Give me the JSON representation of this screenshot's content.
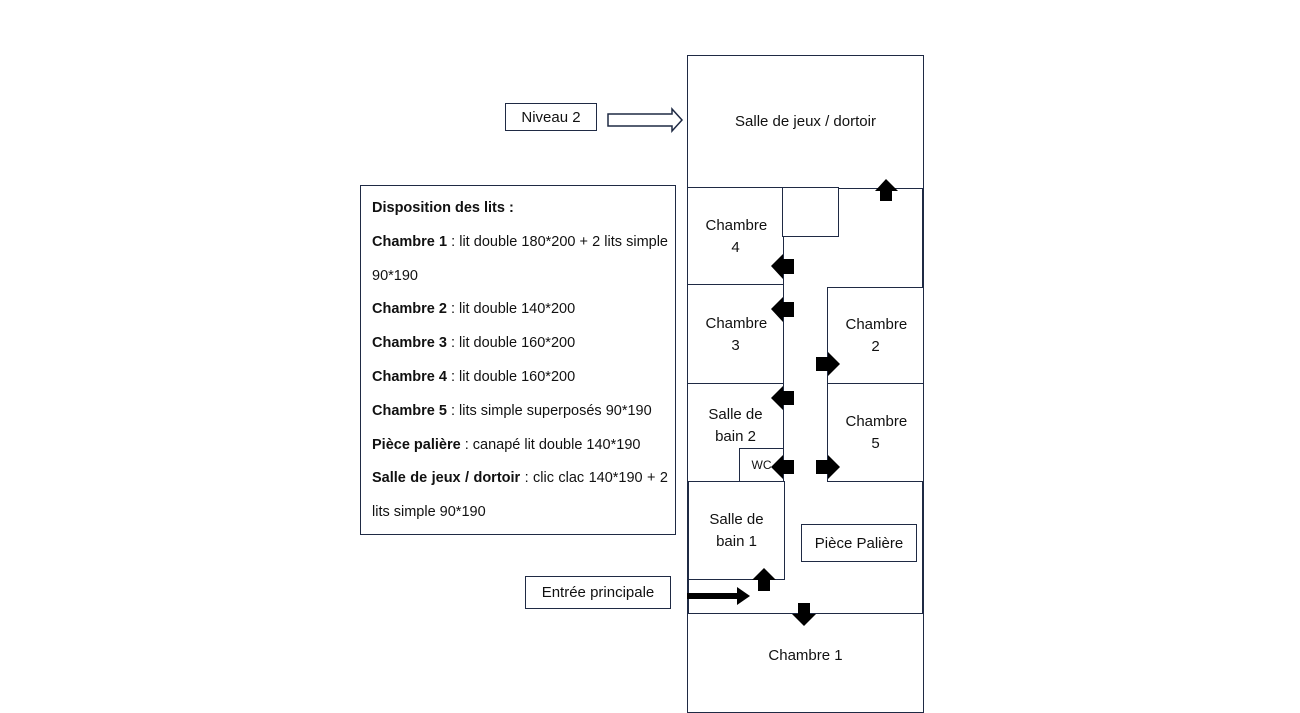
{
  "labels": {
    "niveau": "Niveau 2",
    "entree": "Entrée principale",
    "piece_paliere": "Pièce Palière"
  },
  "rooms": {
    "salle_jeux": "Salle de jeux / dortoir",
    "chambre4": "Chambre 4",
    "chambre3": "Chambre 3",
    "chambre2": "Chambre 2",
    "chambre5": "Chambre 5",
    "salle_bain2": "Salle de bain 2",
    "wc": "WC",
    "salle_bain1": "Salle de bain 1",
    "chambre1": "Chambre 1"
  },
  "legend": {
    "title": "Disposition des lits :",
    "items": [
      {
        "name": "Chambre 1",
        "text": " : lit double 180*200 + 2 lits simple 90*190"
      },
      {
        "name": "Chambre 2",
        "text": " : lit double 140*200"
      },
      {
        "name": "Chambre 3",
        "text": " : lit double 160*200"
      },
      {
        "name": "Chambre 4",
        "text": " : lit double 160*200"
      },
      {
        "name": "Chambre 5",
        "text": " : lits simple superposés 90*190"
      },
      {
        "name": "Pièce palière",
        "text": " : canapé lit double 140*190"
      },
      {
        "name": "Salle de jeux / dortoir",
        "text": " : clic clac 140*190 + 2 lits simple 90*190"
      }
    ]
  },
  "colors": {
    "line": "#1f2a44",
    "arrow": "#000000"
  },
  "icons": [
    "outline-arrow-right-icon",
    "arrow-up-icon",
    "arrow-left-icon",
    "arrow-right-icon",
    "arrow-down-icon"
  ]
}
